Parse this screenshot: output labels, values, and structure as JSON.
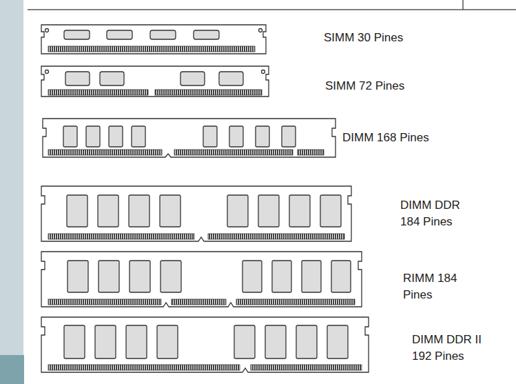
{
  "diagram": {
    "labels": [
      "SIMM 30 Pines",
      "SIMM 72 Pines",
      "DIMM 168 Pines",
      "DIMM DDR 184 Pines",
      "RIMM 184 Pines",
      "DIMM DDR II 192 Pines"
    ]
  }
}
